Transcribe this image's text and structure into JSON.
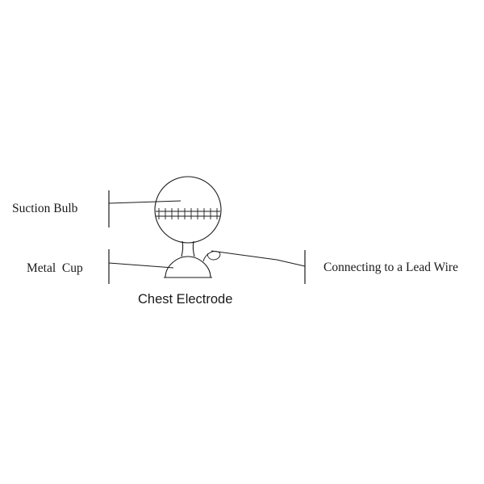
{
  "labels": {
    "suction_bulb": "Suction Bulb",
    "metal_cup": "Metal  Cup",
    "lead_wire": "Connecting to a Lead Wire",
    "caption": "Chest Electrode"
  },
  "colors": {
    "line": "#1a1a1a",
    "background": "#ffffff"
  }
}
